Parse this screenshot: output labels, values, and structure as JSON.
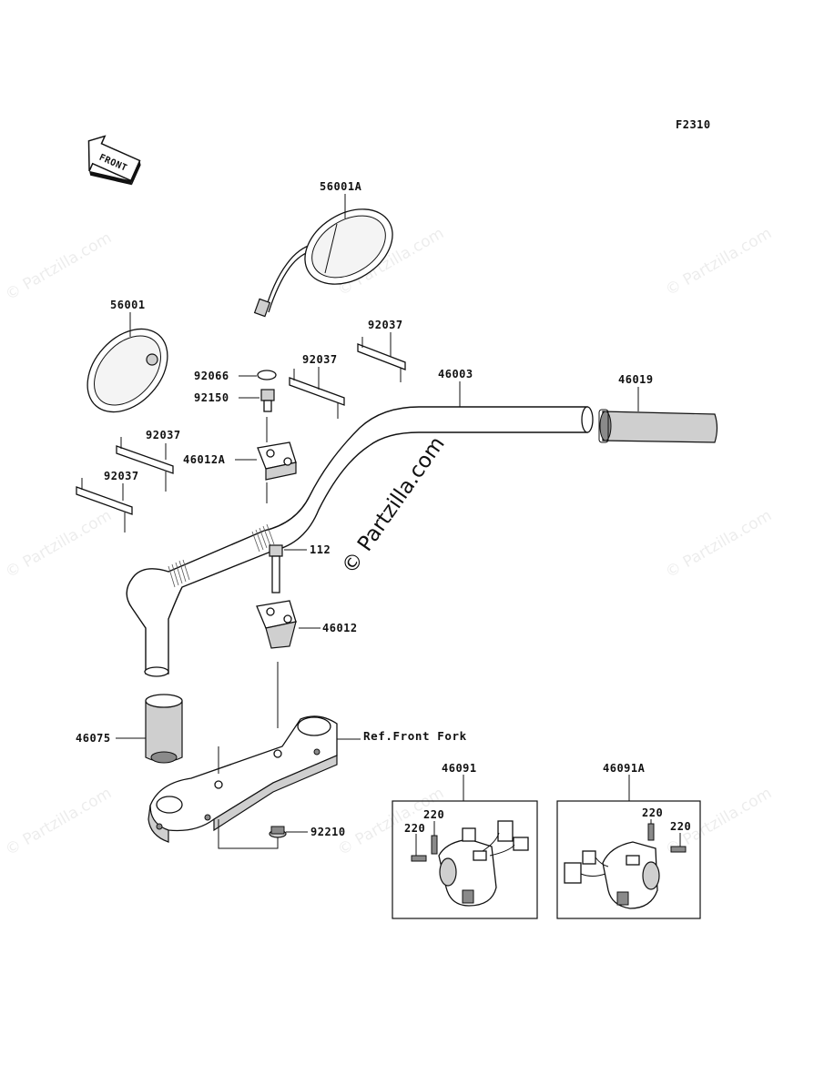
{
  "figure_code": "F2310",
  "front_arrow_label": "FRONT",
  "watermark": {
    "text": "© Partzilla.com",
    "center_text": "© Partzilla.com"
  },
  "reference_label": "Ref.Front Fork",
  "parts": {
    "p56001A": "56001A",
    "p56001": "56001",
    "p92037_a": "92037",
    "p92037_b": "92037",
    "p92037_c": "92037",
    "p92037_d": "92037",
    "p92066": "92066",
    "p92150": "92150",
    "p46012A": "46012A",
    "p46003": "46003",
    "p46019": "46019",
    "p112": "112",
    "p46012": "46012",
    "p46075": "46075",
    "p92210": "92210",
    "p46091": "46091",
    "p46091A": "46091A",
    "p220_a": "220",
    "p220_b": "220",
    "p220_c": "220",
    "p220_d": "220"
  }
}
